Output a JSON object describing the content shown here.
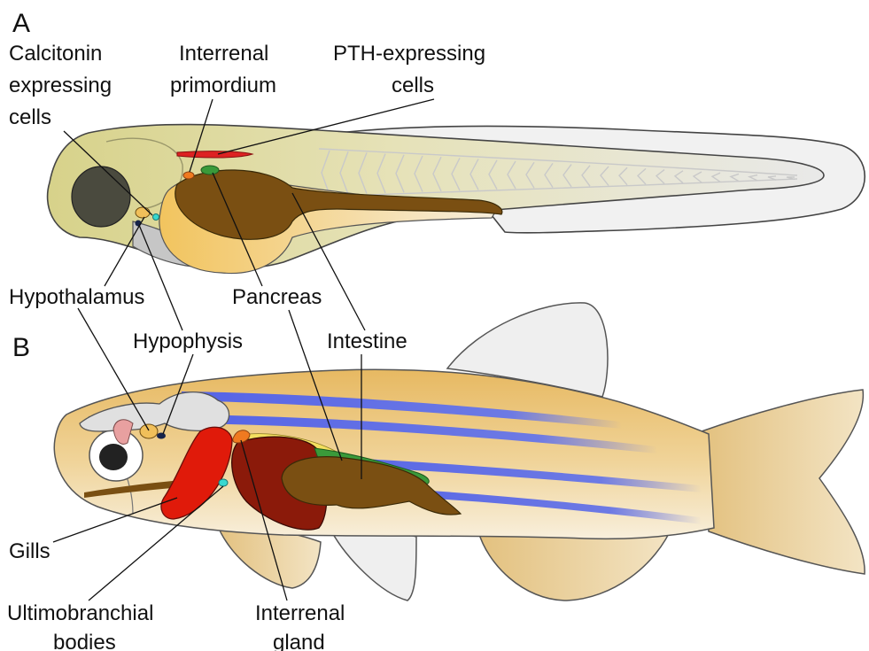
{
  "panels": {
    "a": "A",
    "b": "B"
  },
  "labels": {
    "calcitonin_1": "Calcitonin",
    "calcitonin_2": "expressing",
    "calcitonin_3": "cells",
    "interrenal_prim_1": "Interrenal",
    "interrenal_prim_2": "primordium",
    "pth_1": "PTH-expressing",
    "pth_2": "cells",
    "hypothalamus": "Hypothalamus",
    "pancreas": "Pancreas",
    "hypophysis": "Hypophysis",
    "intestine": "Intestine",
    "gills": "Gills",
    "ultimobranchial_1": "Ultimobranchial",
    "ultimobranchial_2": "bodies",
    "interrenal_gland_1": "Interrenal",
    "interrenal_gland_2": "gland"
  },
  "colors": {
    "larva_head": "#d9d490",
    "larva_eye": "#4a4a3e",
    "yolk": "#f0bf5a",
    "gut": "#7a4f12",
    "pancreas": "#3a9a3a",
    "pth_cells": "#dd2222",
    "interrenal": "#f07a20",
    "ubb": "#38d8d0",
    "hypophysis": "#16234a",
    "fin_fold": "#f1f1f1",
    "adult_body": "#eecb86",
    "adult_stripes": "#5a68e0",
    "gills": "#e01a0a",
    "liver": "#8b1a0a",
    "brain": "#e0e0e0"
  }
}
